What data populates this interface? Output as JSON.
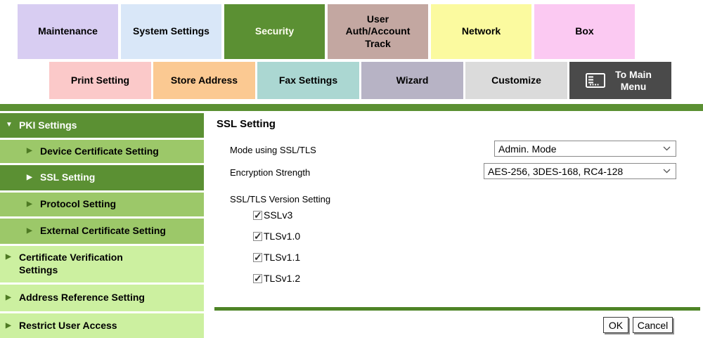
{
  "palette": {
    "green_selected": "#5b9033",
    "green_medium": "#9cc869",
    "green_pale": "#ccf0a0",
    "divider_green": "#4e8426",
    "maintenance_tab": "#d8cdf2",
    "system_settings_tab": "#d9e7f8",
    "user_auth_tab": "#c3a7a1",
    "network_tab": "#fbfa9f",
    "box_tab": "#fbc9f2",
    "print_setting_tab": "#fbc9c9",
    "store_address_tab": "#fbc992",
    "fax_settings_tab": "#abd7d2",
    "wizard_tab": "#b7b3c5",
    "customize_tab": "#dbdbdb",
    "main_menu_tab": "#4a4a4a"
  },
  "tabs_row1": [
    {
      "label": "Maintenance"
    },
    {
      "label": "System Settings"
    },
    {
      "label": "Security",
      "selected": true
    },
    {
      "label": "User Auth/Account Track"
    },
    {
      "label": "Network"
    },
    {
      "label": "Box"
    }
  ],
  "tabs_row2": [
    {
      "label": "Print Setting"
    },
    {
      "label": "Store Address"
    },
    {
      "label": "Fax Settings"
    },
    {
      "label": "Wizard"
    },
    {
      "label": "Customize"
    },
    {
      "label": "To Main Menu",
      "icon": "main-menu-icon"
    }
  ],
  "sidebar": {
    "items": [
      {
        "label": "PKI Settings",
        "level": 0,
        "state": "expanded",
        "arrow": "down"
      },
      {
        "label": "Device Certificate Setting",
        "level": 1,
        "arrow": "right"
      },
      {
        "label": "SSL Setting",
        "level": 1,
        "arrow": "right",
        "selected": true
      },
      {
        "label": "Protocol Setting",
        "level": 1,
        "arrow": "right"
      },
      {
        "label": "External Certificate Setting",
        "level": 1,
        "arrow": "right"
      },
      {
        "label": "Certificate Verification Settings",
        "level": 0,
        "arrow": "right"
      },
      {
        "label": "Address Reference Setting",
        "level": 0,
        "arrow": "right"
      },
      {
        "label": "Restrict User Access",
        "level": 0,
        "arrow": "right"
      }
    ]
  },
  "content": {
    "title": "SSL Setting",
    "fields": [
      {
        "label": "Mode using SSL/TLS",
        "value": "Admin. Mode"
      },
      {
        "label": "Encryption Strength",
        "value": "AES-256, 3DES-168, RC4-128"
      }
    ],
    "version_setting_label": "SSL/TLS Version Setting",
    "checkboxes": [
      {
        "label": "SSLv3",
        "checked": true
      },
      {
        "label": "TLSv1.0",
        "checked": true
      },
      {
        "label": "TLSv1.1",
        "checked": true
      },
      {
        "label": "TLSv1.2",
        "checked": true
      }
    ],
    "ok_label": "OK",
    "cancel_label": "Cancel"
  }
}
